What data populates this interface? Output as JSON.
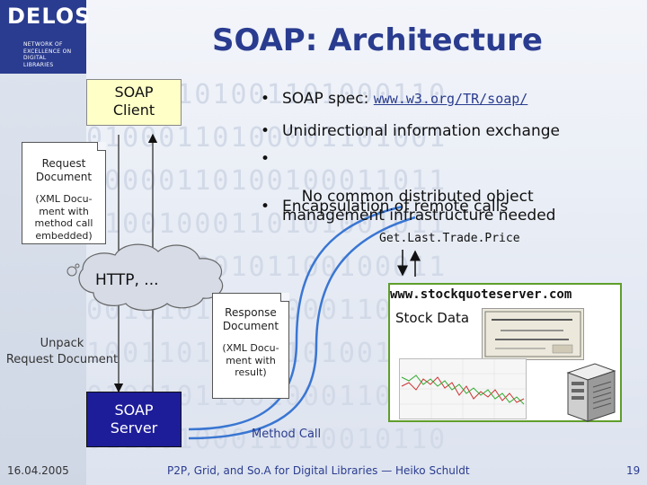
{
  "logo": {
    "word": "DELOS",
    "subtitle_lines": [
      "NETWORK OF",
      "EXCELLENCE ON",
      "DIGITAL",
      "LIBRARIES"
    ]
  },
  "title": "SOAP: Architecture",
  "soap_client": "SOAP\nClient",
  "soap_server": "SOAP\nServer",
  "request_note": {
    "title": "Request\nDocument",
    "detail": "(XML Docu-\nment with\nmethod call\nembedded)"
  },
  "response_note": {
    "title": "Response\nDocument",
    "detail": "(XML Docu-\nment with\nresult)"
  },
  "http_cloud": "HTTP, ...",
  "unpack_label": "Unpack\nRequest Document",
  "method_call": "Method Call",
  "get_last_trade": "Get.Last.Trade.Price",
  "stock_server": "www.stockquoteserver.com",
  "stock_data": "Stock Data",
  "bullets": {
    "b1_text": "SOAP spec: ",
    "b1_link": "www.w3.org/TR/soap/",
    "b2": "Unidirectional information exchange",
    "b3": "No common distributed object\nmanagement infrastructure needed",
    "b4": "Encapsulation of remote calls"
  },
  "footer": {
    "date": "16.04.2005",
    "text": "P2P, Grid, and So.A for Digital Libraries — Heiko Schuldt",
    "page": "19"
  },
  "colors": {
    "accent": "#2a3c8f",
    "client_box": "#ffffc8",
    "server_box": "#1d1d9a",
    "panel_border": "#5f9e2a",
    "arrows": "#3a76d2"
  }
}
